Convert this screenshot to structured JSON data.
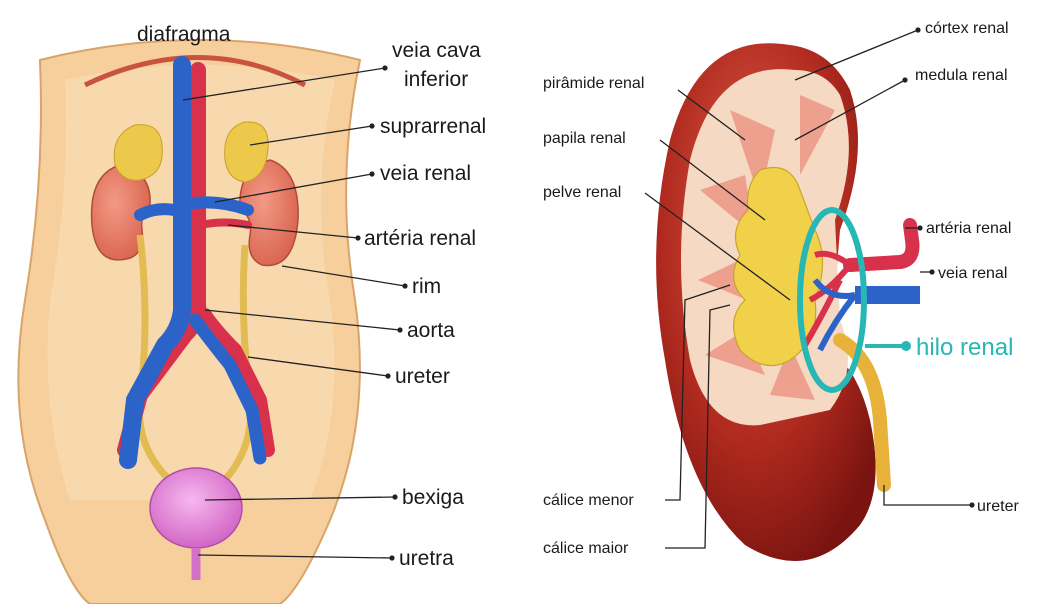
{
  "left_panel": {
    "labels": {
      "diafragma": "diafragma",
      "veia_cava_1": "veia cava",
      "veia_cava_2": "inferior",
      "suprarrenal": "suprarrenal",
      "veia_renal": "veia renal",
      "arteria_renal": "artéria renal",
      "rim": "rim",
      "aorta": "aorta",
      "ureter": "ureter",
      "bexiga": "bexiga",
      "uretra": "uretra"
    }
  },
  "right_panel": {
    "labels": {
      "cortex_renal": "córtex renal",
      "piramide_renal": "pirâmide renal",
      "medula_renal": "medula renal",
      "papila_renal": "papila renal",
      "pelve_renal": "pelve renal",
      "arteria_renal": "artéria renal",
      "veia_renal": "veia renal",
      "hilo_renal": "hilo renal",
      "calice_menor": "cálice menor",
      "ureter": "ureter",
      "calice_maior": "cálice maior"
    },
    "hilo_color": "#27b7b4"
  },
  "colors": {
    "skin": "#f6cf9c",
    "skin_shadow": "#e9b57c",
    "vein": "#2b63c9",
    "artery": "#d8314b",
    "kidney": "#e3776a",
    "adrenal": "#e8c43a",
    "bladder": "#e38ad6",
    "ureter": "#e6c25a"
  }
}
